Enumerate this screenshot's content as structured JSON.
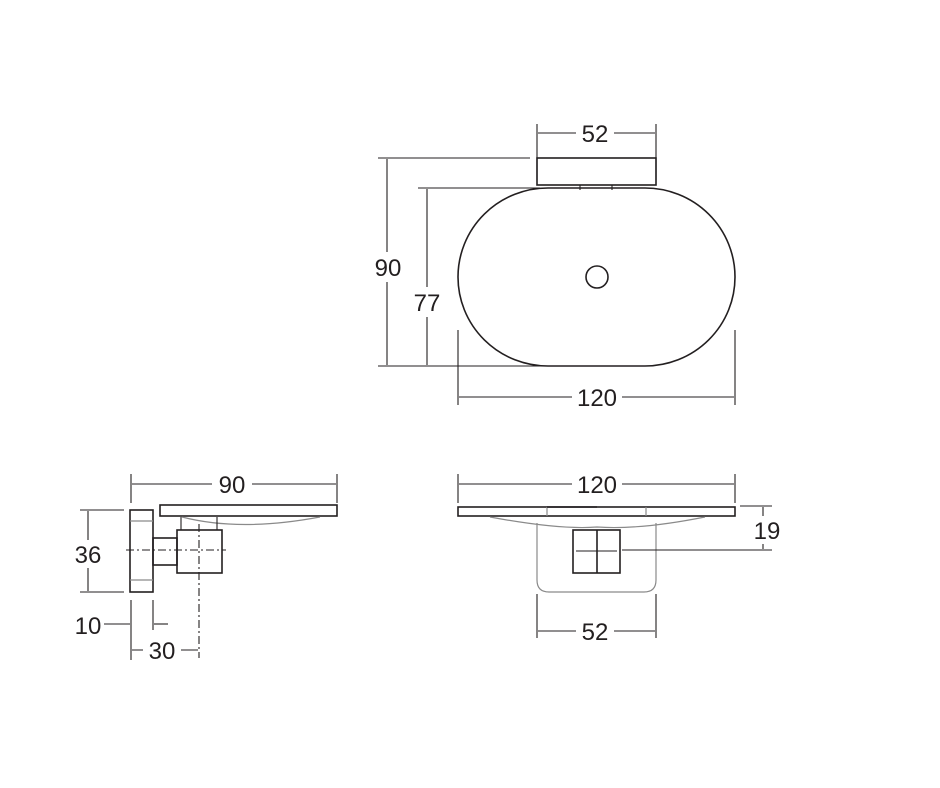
{
  "top_view": {
    "dims": {
      "bracket_width": "52",
      "overall_depth": "90",
      "tray_depth": "77",
      "tray_width": "120"
    }
  },
  "side_view": {
    "dims": {
      "depth": "90",
      "plate_height": "36",
      "plate_thickness": "10",
      "projection": "30"
    }
  },
  "front_view": {
    "dims": {
      "tray_width": "120",
      "height": "19",
      "bracket_width": "52"
    }
  }
}
